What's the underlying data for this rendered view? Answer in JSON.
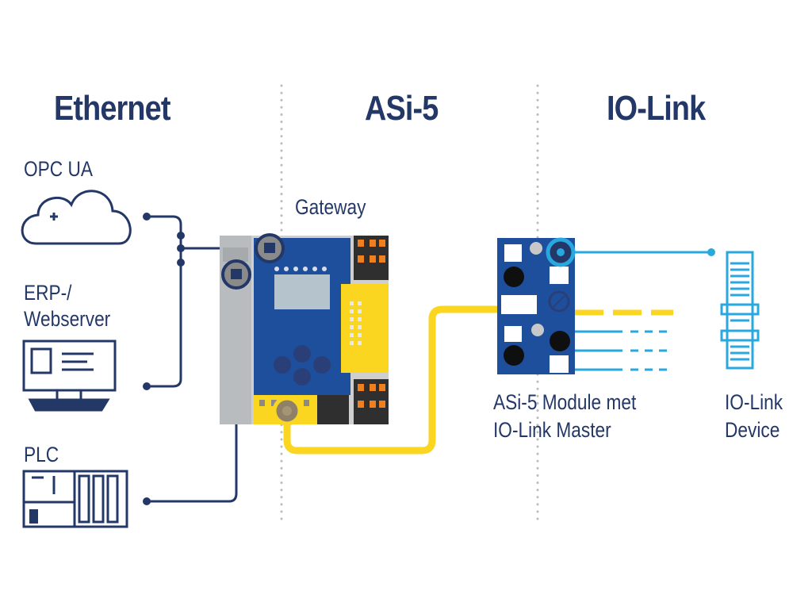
{
  "headers": {
    "ethernet": "Ethernet",
    "asi5": "ASi-5",
    "iolink": "IO-Link"
  },
  "labels": {
    "opc_ua": "OPC UA",
    "erp_line1": "ERP-/",
    "erp_line2": "Webserver",
    "plc": "PLC",
    "gateway": "Gateway",
    "module_line1": "ASi-5 Module met",
    "module_line2": "IO-Link Master",
    "device_line1": "IO-Link",
    "device_line2": "Device"
  },
  "colors": {
    "navy": "#243868",
    "blue": "#1e4f9c",
    "yellow": "#fbd620",
    "iolink_blue": "#29a8e0",
    "gray": "#c8c8c8",
    "divider": "#bdbdbd"
  }
}
